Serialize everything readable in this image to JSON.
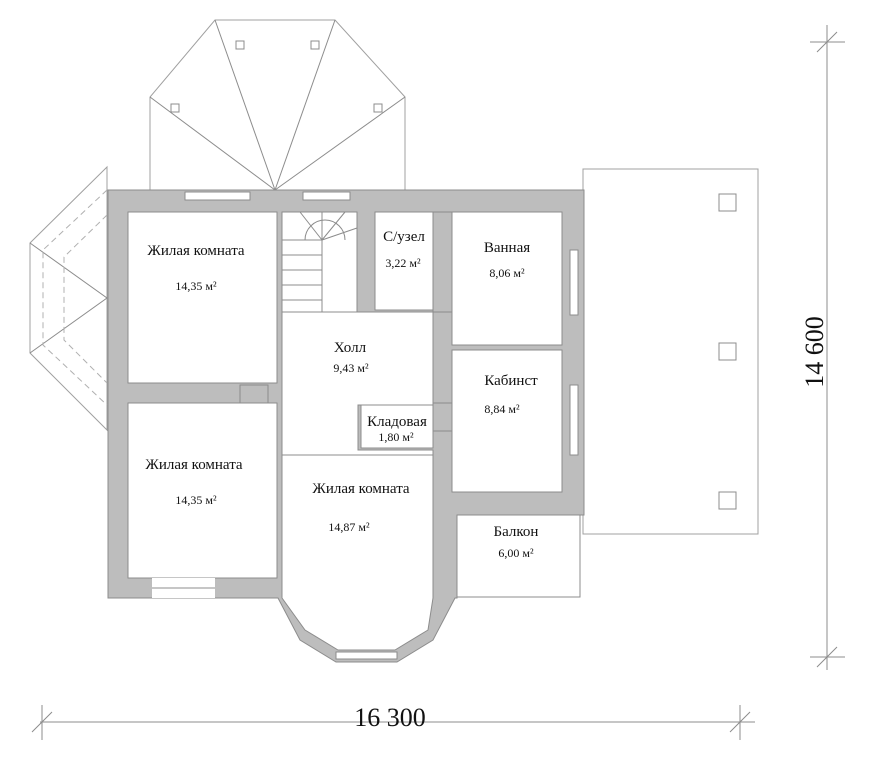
{
  "plan": {
    "rooms": [
      {
        "name": "Жилая комната",
        "area": "14,35 м²"
      },
      {
        "name": "Жилая комната",
        "area": "14,35 м²"
      },
      {
        "name": "Жилая комната",
        "area": "14,87 м²"
      },
      {
        "name": "С/узел",
        "area": "3,22 м²"
      },
      {
        "name": "Ванная",
        "area": "8,06 м²"
      },
      {
        "name": "Холл",
        "area": "9,43 м²"
      },
      {
        "name": "Кабинст",
        "area": "8,84 м²"
      },
      {
        "name": "Кладовая",
        "area": "1,80 м²"
      },
      {
        "name": "Балкон",
        "area": "6,00 м²"
      }
    ],
    "dimensions": {
      "width": "16 300",
      "height": "14 600"
    }
  },
  "colors": {
    "wall": "#bdbdbd",
    "line": "#8c8c8c"
  }
}
